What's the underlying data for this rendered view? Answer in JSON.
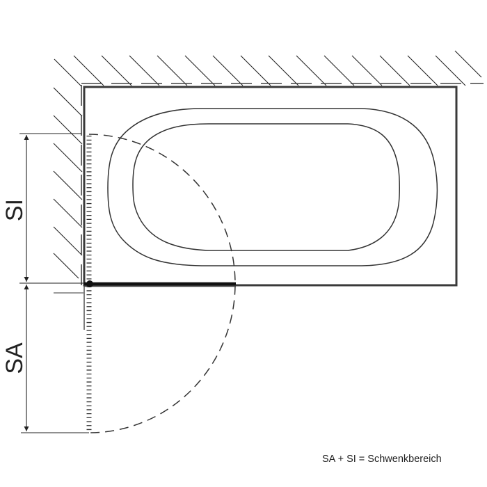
{
  "diagram": {
    "type": "technical-drawing",
    "subject": "bathtub with hinged shower screen swing area (top view)",
    "labels": {
      "si": "SI",
      "sa": "SA"
    },
    "caption": "SA + SI = Schwenkbereich",
    "colors": {
      "line": "#222222",
      "outline": "#3a3a3a",
      "background": "#ffffff"
    }
  }
}
